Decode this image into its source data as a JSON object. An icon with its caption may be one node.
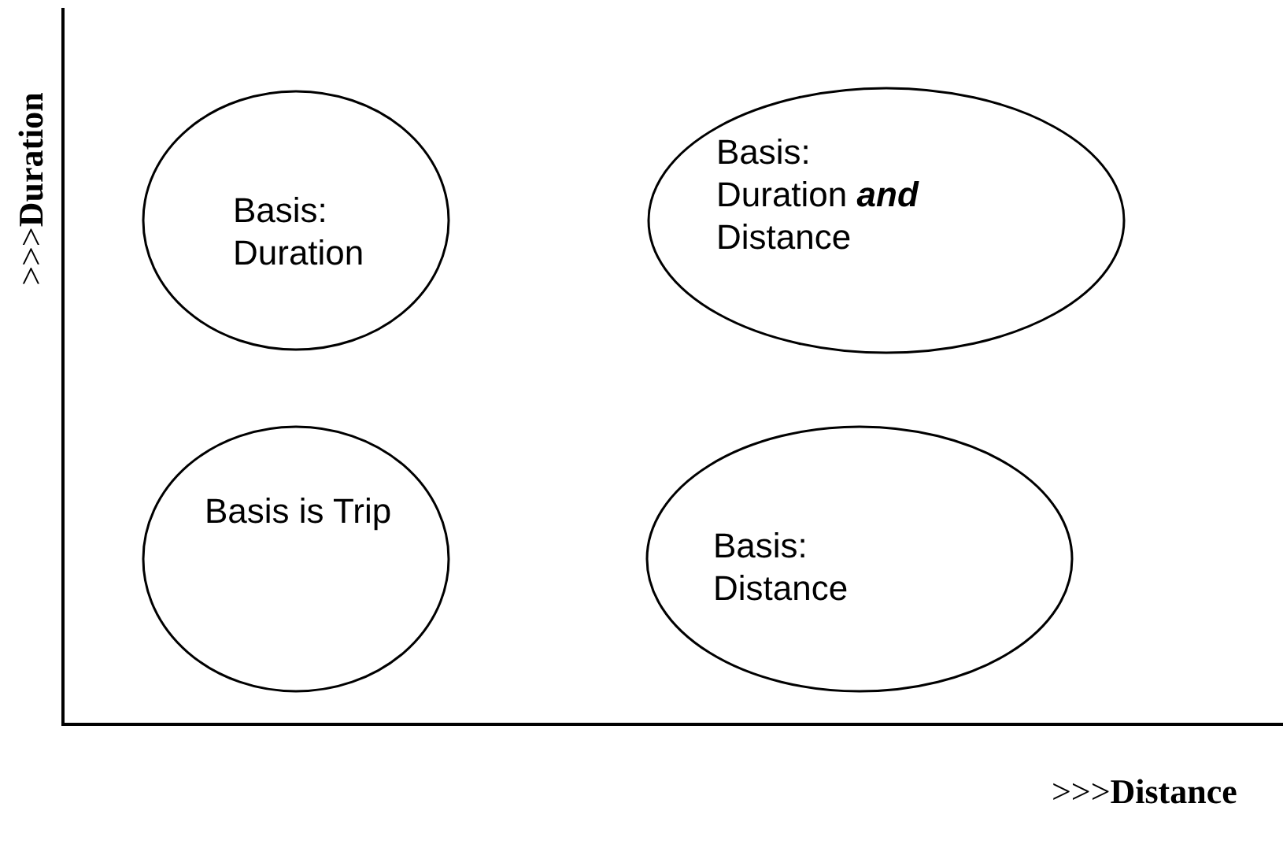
{
  "diagram": {
    "nodes": [
      {
        "text": [
          "Basis: Duration"
        ]
      },
      {
        "text": [
          "Basis: Duration **and** Distance"
        ]
      },
      {
        "text": [
          "Basis is Trip"
        ]
      },
      {
        "text": [
          "Basis: Distance"
        ]
      }
    ],
    "labels": [
      ">>>**Duration**",
      ">>>**Distance**"
    ]
  }
}
